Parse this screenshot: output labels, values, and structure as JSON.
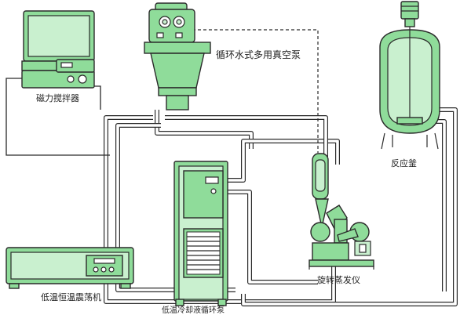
{
  "labels": {
    "magnetic_stirrer": "磁力搅拌器",
    "vacuum_pump": "循环水式多用真空泵",
    "reactor": "反应釜",
    "cooling_pump": "低温冷却液循环泵",
    "rotary_evaporator": "旋转蒸发仪",
    "shaker": "低温恒温震荡机"
  },
  "colors": {
    "equipment_fill": "#8fdc9a",
    "equipment_light": "#c9f0cf",
    "outline": "#2a2a2a",
    "tubing_fill": "#ffffff",
    "background": "#ffffff"
  }
}
